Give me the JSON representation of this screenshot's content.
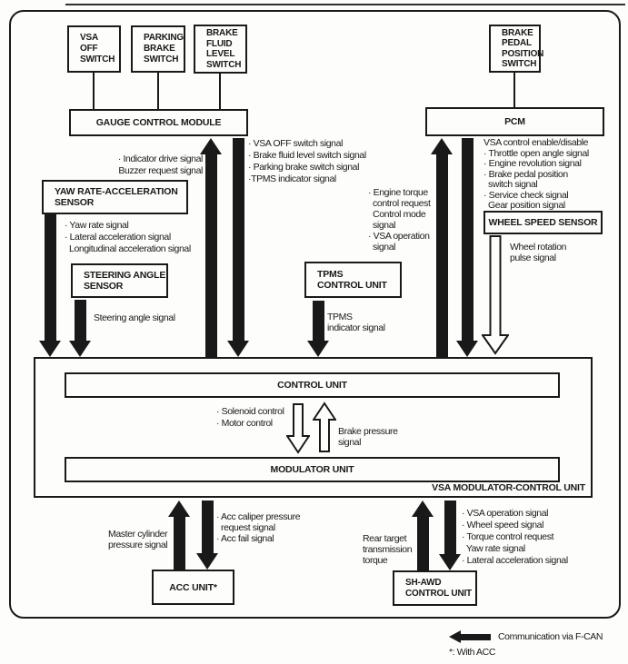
{
  "colors": {
    "ink": "#191919",
    "paper": "#fdfdfb"
  },
  "boxes": {
    "vsa_off_switch": [
      "VSA",
      "OFF",
      "SWITCH"
    ],
    "parking_brake_switch": [
      "PARKING",
      "BRAKE",
      "SWITCH"
    ],
    "brake_fluid_level_switch": [
      "BRAKE",
      "FLUID",
      "LEVEL",
      "SWITCH"
    ],
    "brake_pedal_position_switch": [
      "BRAKE",
      "PEDAL",
      "POSITION",
      "SWITCH"
    ],
    "gauge_control_module": "GAUGE CONTROL MODULE",
    "pcm": "PCM",
    "yaw_rate_acceleration_sensor": [
      "YAW RATE-ACCELERATION",
      "SENSOR"
    ],
    "steering_angle_sensor": [
      "STEERING ANGLE",
      "SENSOR"
    ],
    "tpms_control_unit": [
      "TPMS",
      "CONTROL UNIT"
    ],
    "wheel_speed_sensor": "WHEEL SPEED SENSOR",
    "control_unit": "CONTROL UNIT",
    "modulator_unit": "MODULATOR UNIT",
    "vsa_modulator_control_unit": "VSA MODULATOR-CONTROL UNIT",
    "acc_unit": "ACC UNIT*",
    "sh_awd_control_unit": [
      "SH-AWD",
      "CONTROL UNIT"
    ]
  },
  "signals": {
    "to_gauge": [
      "· Indicator drive signal",
      "Buzzer request signal"
    ],
    "from_gauge": [
      "· VSA OFF switch signal",
      "· Brake fluid level switch signal",
      "· Parking brake switch signal",
      "·TPMS indicator signal"
    ],
    "from_yaw_sensor": [
      "· Yaw rate signal",
      "· Lateral acceleration signal",
      "  Longitudinal acceleration signal"
    ],
    "from_steering_sensor": "Steering angle signal",
    "from_tpms": [
      "TPMS",
      "indicator signal"
    ],
    "to_pcm": [
      "· Engine torque",
      "  control request",
      "  Control mode",
      "  signal",
      "· VSA operation",
      "  signal"
    ],
    "from_pcm": [
      "VSA control enable/disable",
      "· Throttle open angle signal",
      "· Engine revolution signal",
      "· Brake pedal position",
      "  switch signal",
      "· Service check signal",
      "  Gear position signal"
    ],
    "from_wheel_sensor": [
      "Wheel rotation",
      "pulse signal"
    ],
    "control_to_modulator": [
      "· Solenoid control",
      "· Motor control"
    ],
    "modulator_to_control": [
      "Brake pressure",
      "signal"
    ],
    "master_cylinder": [
      "Master cylinder",
      "pressure signal"
    ],
    "to_acc": [
      "· Acc caliper pressure",
      "  request signal",
      "· Acc fail signal"
    ],
    "rear_target": [
      "Rear target",
      "transmission",
      "torque"
    ],
    "to_sh_awd": [
      "· VSA operation signal",
      "· Wheel speed signal",
      "· Torque control request",
      "  Yaw rate signal",
      "· Lateral acceleration signal"
    ]
  },
  "legend": {
    "fcan_label": "Communication via F-CAN",
    "acc_note": "*: With ACC"
  }
}
